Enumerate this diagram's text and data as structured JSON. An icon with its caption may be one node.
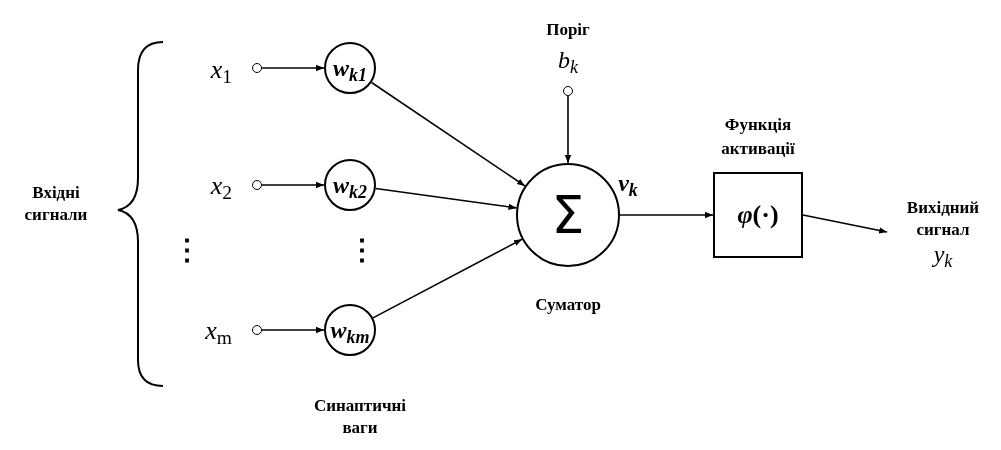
{
  "diagram": {
    "nodes": [
      {
        "text": [],
        "shape": "circle",
        "beside": [
          "*x*$_{1}$"
        ]
      },
      {
        "text": [
          "w$_{k1}$"
        ]
      },
      {
        "text": [],
        "shape": "circle",
        "beside": [
          "*x*$_{2}$"
        ]
      },
      {
        "text": [
          "w$_{k2}$"
        ]
      },
      {
        "text": [],
        "shape": "circle",
        "beside": [
          "*x*$_{m}$"
        ]
      },
      {
        "text": [
          "w$_{km}$"
        ]
      },
      {
        "text": [],
        "shape": "circle",
        "beside": [
          "Поріг",
          "b$_{k}$"
        ]
      },
      {
        "text": [
          "Σ"
        ],
        "beside": [
          "Суматор"
        ]
      },
      {
        "text": [
          "*φ*(·)"
        ],
        "beside": [
          "Функція активації"
        ]
      },
      {
        "text": [
          "Вихідний сигнал",
          "y$_{k}$"
        ]
      }
    ],
    "edges": [
      {
        "from": 0,
        "to": 1,
        "arrow": "to"
      },
      {
        "from": 2,
        "to": 3,
        "arrow": "to"
      },
      {
        "from": 4,
        "to": 5,
        "arrow": "to"
      },
      {
        "from": 1,
        "to": 7,
        "arrow": "to"
      },
      {
        "from": 3,
        "to": 7,
        "arrow": "to"
      },
      {
        "from": 5,
        "to": 7,
        "arrow": "to"
      },
      {
        "from": 6,
        "to": 7,
        "arrow": "to"
      },
      {
        "from": 7,
        "to": 8,
        "arrow": "to",
        "label": "v$_{k}$"
      },
      {
        "from": 8,
        "to": 9,
        "arrow": "to"
      }
    ],
    "labels": [
      "Вхідні сигнали",
      "⋮",
      "⋮",
      "Синаптичні ваги"
    ]
  }
}
